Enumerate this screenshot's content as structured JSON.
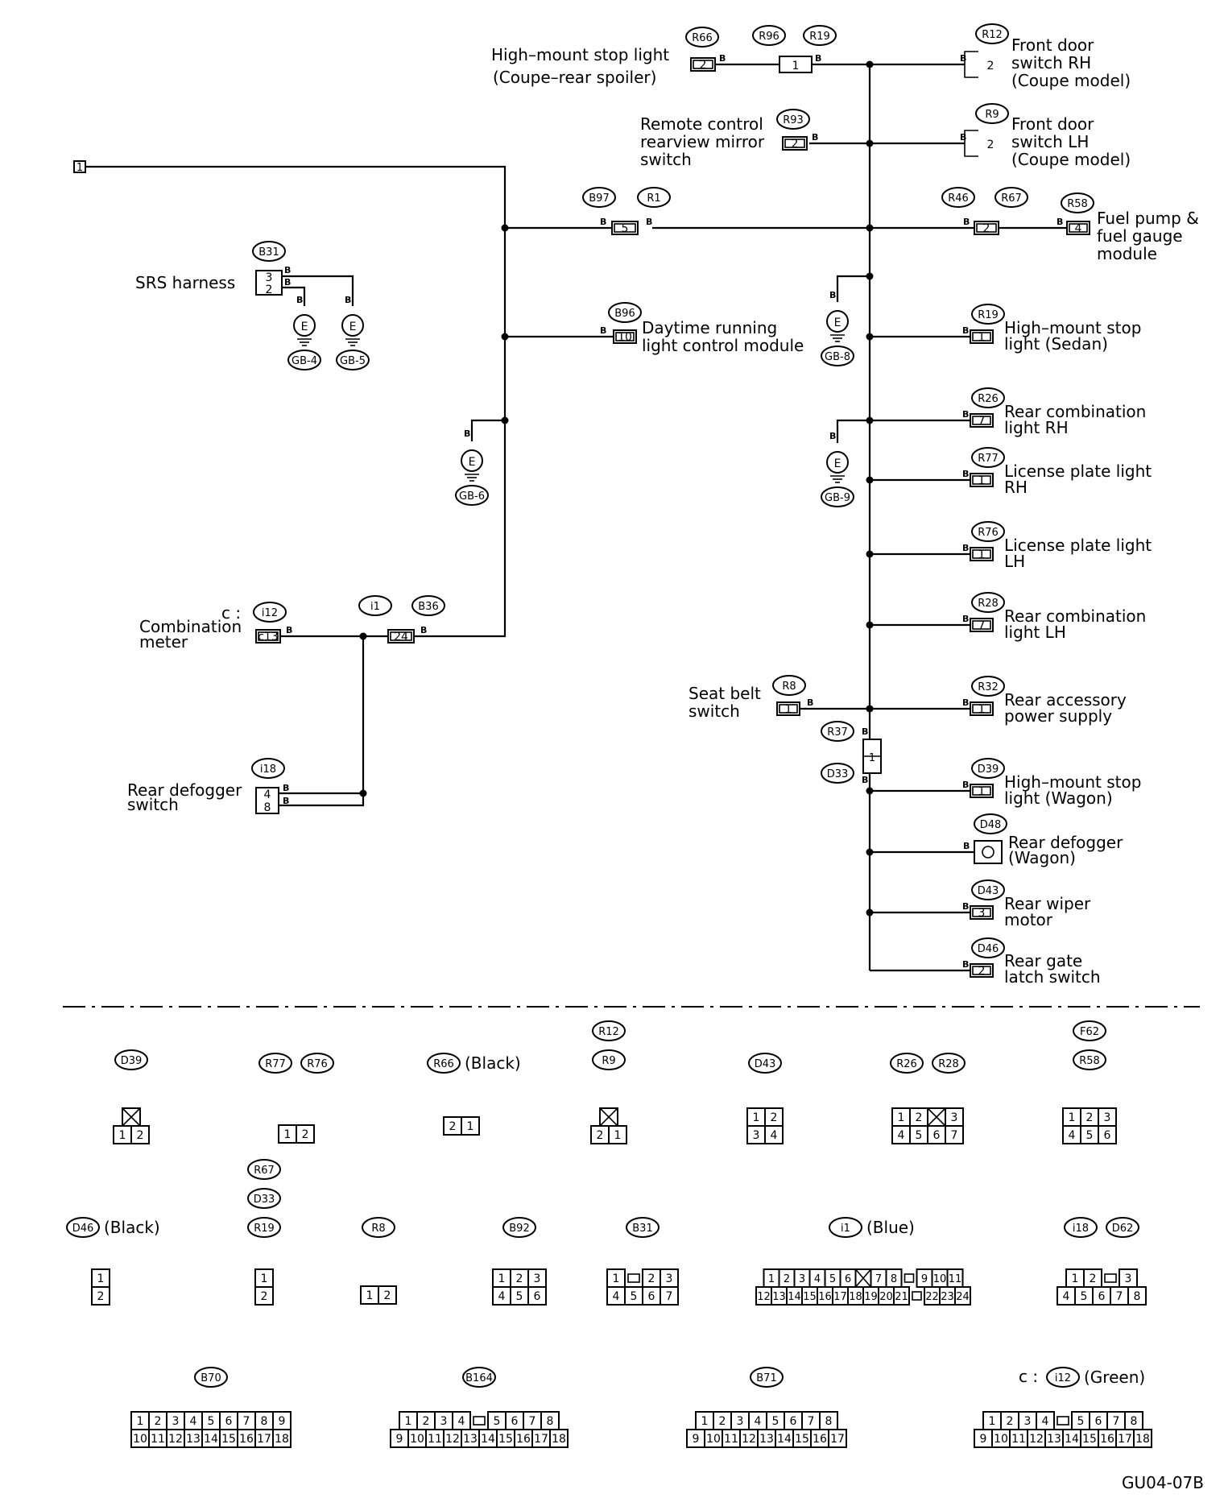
{
  "code": "GU04-07B",
  "wire_color": "B",
  "left_terminal": "1",
  "connections": [
    {
      "id": "hm_coupe",
      "label": [
        "High–mount stop light",
        "(Coupe–rear spoiler)"
      ],
      "tags": [
        "R66"
      ],
      "pin": "2"
    },
    {
      "id": "r96r19",
      "tags": [
        "R96",
        "R19"
      ],
      "pin": "1"
    },
    {
      "id": "fd_rh",
      "label": [
        "Front door",
        "switch RH",
        "(Coupe model)"
      ],
      "tags": [
        "R12"
      ],
      "pin": "2"
    },
    {
      "id": "rc_mirror",
      "label": [
        "Remote control",
        "rearview mirror",
        "switch"
      ],
      "tags": [
        "R93"
      ],
      "pin": "2"
    },
    {
      "id": "fd_lh",
      "label": [
        "Front door",
        "switch LH",
        "(Coupe model)"
      ],
      "tags": [
        "R9"
      ],
      "pin": "2"
    },
    {
      "id": "b97r1",
      "tags": [
        "B97",
        "R1"
      ],
      "pin": "5"
    },
    {
      "id": "r46r67",
      "tags": [
        "R46",
        "R67"
      ],
      "pin": "2"
    },
    {
      "id": "fuel",
      "label": [
        "Fuel pump &",
        "fuel gauge",
        "module"
      ],
      "tags": [
        "R58"
      ],
      "pin": "4"
    },
    {
      "id": "srs",
      "label": [
        "SRS harness"
      ],
      "tags": [
        "B31"
      ],
      "pins": [
        "3",
        "2"
      ]
    },
    {
      "id": "drl",
      "label": [
        "Daytime running",
        "light control module"
      ],
      "tags": [
        "B96"
      ],
      "pin": "10"
    },
    {
      "id": "hm_sedan",
      "label": [
        "High–mount stop",
        "light (Sedan)"
      ],
      "tags": [
        "R19"
      ],
      "pin": "1"
    },
    {
      "id": "rc_rh",
      "label": [
        "Rear combination",
        "light RH"
      ],
      "tags": [
        "R26"
      ],
      "pin": "7"
    },
    {
      "id": "lp_rh",
      "label": [
        "License plate light",
        "RH"
      ],
      "tags": [
        "R77"
      ],
      "pin": "1"
    },
    {
      "id": "lp_lh",
      "label": [
        "License plate light",
        "LH"
      ],
      "tags": [
        "R76"
      ],
      "pin": "1"
    },
    {
      "id": "rc_lh",
      "label": [
        "Rear combination",
        "light LH"
      ],
      "tags": [
        "R28"
      ],
      "pin": "7"
    },
    {
      "id": "combo",
      "label": [
        "c :",
        "Combination",
        "meter"
      ],
      "tags": [
        "i12"
      ],
      "pin": "c13"
    },
    {
      "id": "i1b36",
      "tags": [
        "i1",
        "B36"
      ],
      "pin": "24"
    },
    {
      "id": "seatbelt",
      "label": [
        "Seat belt",
        "switch"
      ],
      "tags": [
        "R8"
      ],
      "pin": "1"
    },
    {
      "id": "rap",
      "label": [
        "Rear accessory",
        "power supply"
      ],
      "tags": [
        "R32"
      ],
      "pin": "1"
    },
    {
      "id": "r37d33",
      "tags": [
        "R37",
        "D33"
      ],
      "pin": "1"
    },
    {
      "id": "rdefsw",
      "label": [
        "Rear defogger",
        "switch"
      ],
      "tags": [
        "i18"
      ],
      "pins": [
        "4",
        "8"
      ]
    },
    {
      "id": "hm_wagon",
      "label": [
        "High–mount stop",
        "light (Wagon)"
      ],
      "tags": [
        "D39"
      ],
      "pin": "1"
    },
    {
      "id": "rdef",
      "label": [
        "Rear defogger",
        "(Wagon)"
      ],
      "tags": [
        "D48"
      ],
      "pin": ""
    },
    {
      "id": "wiper",
      "label": [
        "Rear wiper",
        "motor"
      ],
      "tags": [
        "D43"
      ],
      "pin": "3"
    },
    {
      "id": "gate",
      "label": [
        "Rear gate",
        "latch switch"
      ],
      "tags": [
        "D46"
      ],
      "pin": "2"
    }
  ],
  "grounds": [
    "GB-4",
    "GB-5",
    "GB-6",
    "GB-8",
    "GB-9"
  ],
  "ground_symbol": "E",
  "connector_views": [
    {
      "tags": [
        "D39"
      ],
      "note": "",
      "rows": [
        [
          "X"
        ],
        [
          "1",
          "2"
        ]
      ]
    },
    {
      "tags": [
        "R77",
        "R76"
      ],
      "note": "",
      "rows": [
        [
          "1",
          "2"
        ]
      ]
    },
    {
      "tags": [
        "R66"
      ],
      "note": "(Black)",
      "rows": [
        [
          "2",
          "1"
        ]
      ]
    },
    {
      "tags": [
        "R12",
        "R9"
      ],
      "note": "",
      "rows": [
        [
          "X"
        ],
        [
          "2",
          "1"
        ]
      ]
    },
    {
      "tags": [
        "D43"
      ],
      "note": "",
      "rows": [
        [
          "1",
          "2"
        ],
        [
          "3",
          "4"
        ]
      ]
    },
    {
      "tags": [
        "R26",
        "R28"
      ],
      "note": "",
      "rows": [
        [
          "1",
          "2",
          "X",
          "3"
        ],
        [
          "4",
          "5",
          "6",
          "7"
        ]
      ]
    },
    {
      "tags": [
        "F62",
        "R58"
      ],
      "note": "",
      "rows": [
        [
          "1",
          "2",
          "3"
        ],
        [
          "4",
          "5",
          "6"
        ]
      ]
    },
    {
      "tags": [
        "D46"
      ],
      "note": "(Black)",
      "rows": [
        [
          "1"
        ],
        [
          "2"
        ]
      ]
    },
    {
      "tags": [
        "R67",
        "D33",
        "R19"
      ],
      "note": "",
      "rows": [
        [
          "1"
        ],
        [
          "2"
        ]
      ]
    },
    {
      "tags": [
        "R8"
      ],
      "note": "",
      "rows": [
        [
          "1",
          "2"
        ]
      ]
    },
    {
      "tags": [
        "B92"
      ],
      "note": "",
      "rows": [
        [
          "1",
          "2",
          "3"
        ],
        [
          "4",
          "5",
          "6"
        ]
      ]
    },
    {
      "tags": [
        "B31"
      ],
      "note": "",
      "rows": [
        [
          "1",
          "",
          "2",
          "3"
        ],
        [
          "4",
          "5",
          "6",
          "7"
        ]
      ]
    },
    {
      "tags": [
        "i1"
      ],
      "note": "(Blue)",
      "rows": [
        [
          "1",
          "2",
          "3",
          "4",
          "5",
          "6",
          "X",
          "7",
          "8",
          "",
          "9",
          "10",
          "11"
        ],
        [
          "12",
          "13",
          "14",
          "15",
          "16",
          "17",
          "18",
          "19",
          "20",
          "21",
          "",
          "22",
          "23",
          "24"
        ]
      ]
    },
    {
      "tags": [
        "i18",
        "D62"
      ],
      "note": "",
      "rows": [
        [
          "1",
          "2",
          "",
          "3"
        ],
        [
          "4",
          "5",
          "6",
          "7",
          "8"
        ]
      ]
    },
    {
      "tags": [
        "B70"
      ],
      "note": "",
      "rows": [
        [
          "1",
          "2",
          "3",
          "4",
          "5",
          "6",
          "7",
          "8",
          "9"
        ],
        [
          "10",
          "11",
          "12",
          "13",
          "14",
          "15",
          "16",
          "17",
          "18"
        ]
      ]
    },
    {
      "tags": [
        "B164"
      ],
      "note": "",
      "rows": [
        [
          "1",
          "2",
          "3",
          "4",
          "",
          "5",
          "6",
          "7",
          "8"
        ],
        [
          "9",
          "10",
          "11",
          "12",
          "13",
          "14",
          "15",
          "16",
          "17",
          "18"
        ]
      ]
    },
    {
      "tags": [
        "B71"
      ],
      "note": "",
      "rows": [
        [
          "1",
          "2",
          "3",
          "4",
          "5",
          "6",
          "7",
          "8"
        ],
        [
          "9",
          "10",
          "11",
          "12",
          "13",
          "14",
          "15",
          "16",
          "17"
        ]
      ]
    },
    {
      "tags": [
        "i12"
      ],
      "note": "c :",
      "note_after": "(Green)",
      "rows": [
        [
          "1",
          "2",
          "3",
          "4",
          "",
          "5",
          "6",
          "7",
          "8"
        ],
        [
          "9",
          "10",
          "11",
          "12",
          "13",
          "14",
          "15",
          "16",
          "17",
          "18"
        ]
      ]
    }
  ]
}
